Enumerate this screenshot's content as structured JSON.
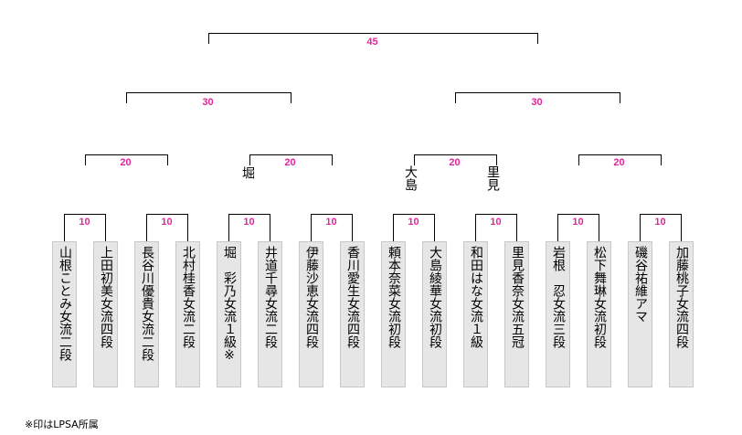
{
  "players": [
    "山根ことみ女流二段",
    "上田初美女流四段",
    "長谷川優貴女流二段",
    "北村桂香女流二段",
    "堀　彩乃女流１級※",
    "井道千尋女流二段",
    "伊藤沙恵女流四段",
    "香川愛生女流四段",
    "頼本奈菜女流初段",
    "大島綾華女流初段",
    "和田はな女流１級",
    "里見香奈女流五冠",
    "岩根　忍女流三段",
    "松下舞琳女流初段",
    "磯谷祐維アマ",
    "加藤桃子女流四段"
  ],
  "round1_points": [
    "10",
    "10",
    "10",
    "10",
    "10",
    "10",
    "10",
    "10"
  ],
  "round2_points": [
    "20",
    "20",
    "20",
    "20"
  ],
  "round3_points": [
    "30",
    "30"
  ],
  "final_points": "45",
  "round2_winners": [
    {
      "match": 1,
      "name": "堀"
    },
    {
      "match": 2,
      "name": "大島"
    },
    {
      "match": 2,
      "name": "里見"
    }
  ],
  "footnote": "※印はLPSA所属",
  "colors": {
    "points": "#e0269a",
    "box": "#e6e6e6"
  }
}
